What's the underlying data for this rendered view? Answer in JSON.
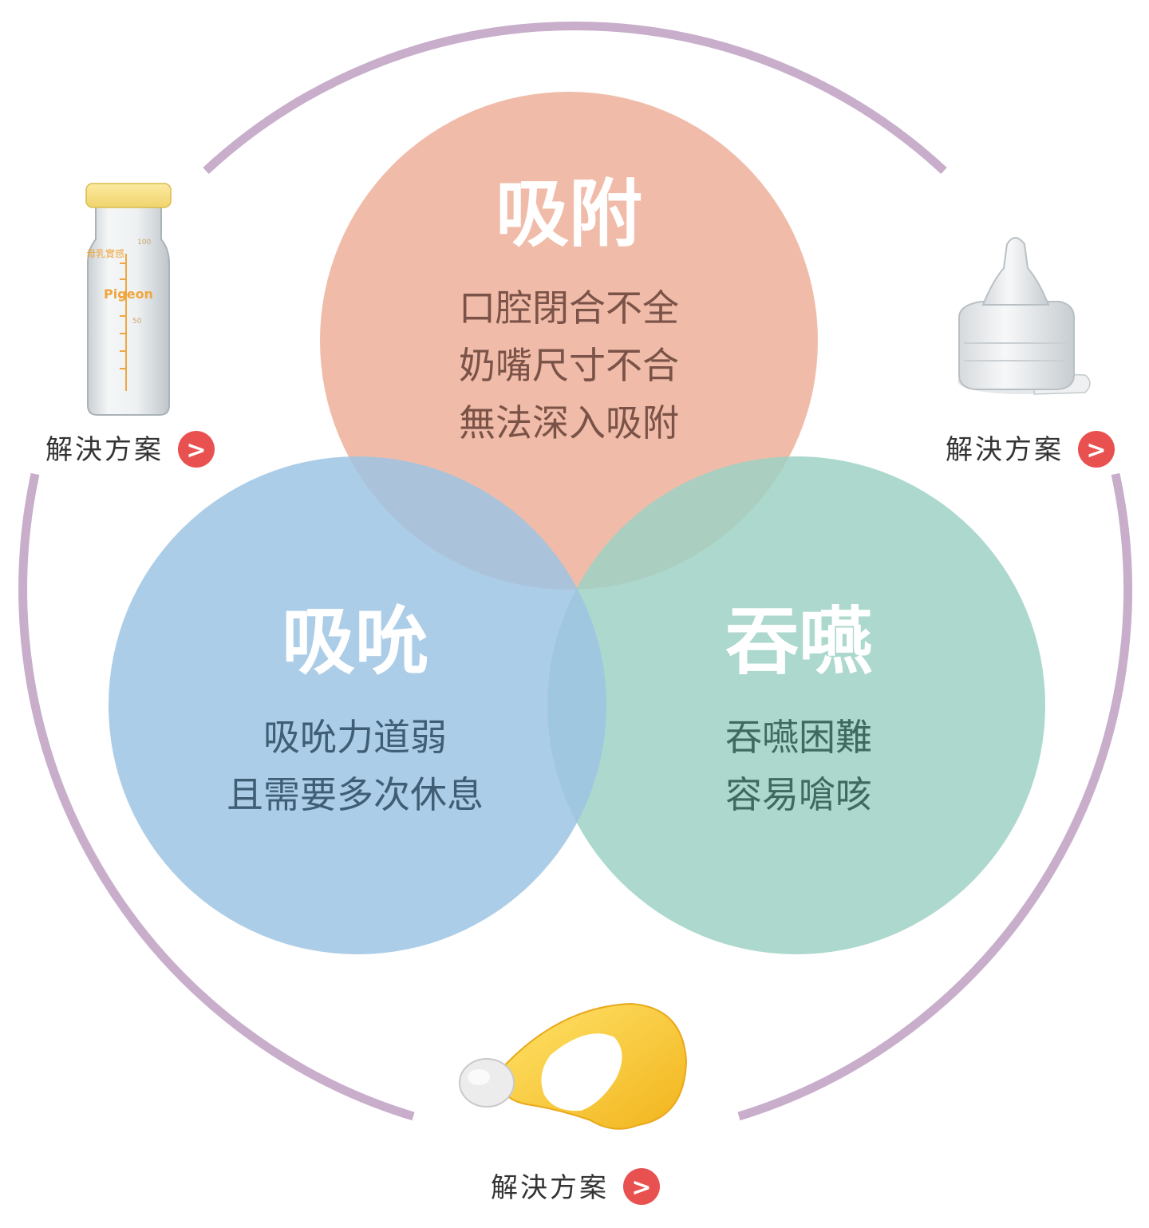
{
  "colors": {
    "ring": "#c8aecb",
    "top": "#f0bca9",
    "left": "#9dc4e3",
    "right": "#9ed1c4",
    "top_text": "#7a5247",
    "left_text": "#3f5d74",
    "right_text": "#3f6a5f",
    "arrow": "#e8514f"
  },
  "circles": {
    "top": {
      "title": "吸附",
      "lines": [
        "口腔閉合不全",
        "奶嘴尺寸不合",
        "無法深入吸附"
      ]
    },
    "left": {
      "title": "吸吮",
      "lines": [
        "吸吮力道弱",
        "且需要多次休息"
      ]
    },
    "right": {
      "title": "吞嚥",
      "lines": [
        "吞嚥困難",
        "容易嗆咳"
      ]
    }
  },
  "products": {
    "bottle": {
      "brand": "Pigeon",
      "cap_text": "母乳實感",
      "marks": [
        "100",
        "50"
      ]
    },
    "nipple": {},
    "trainer": {}
  },
  "solutions": {
    "left": {
      "label": "解決方案",
      "icon": "chevron-right-icon",
      "arrow": ">"
    },
    "right": {
      "label": "解決方案",
      "icon": "chevron-right-icon",
      "arrow": ">"
    },
    "bottom": {
      "label": "解決方案",
      "icon": "chevron-right-icon",
      "arrow": ">"
    }
  }
}
